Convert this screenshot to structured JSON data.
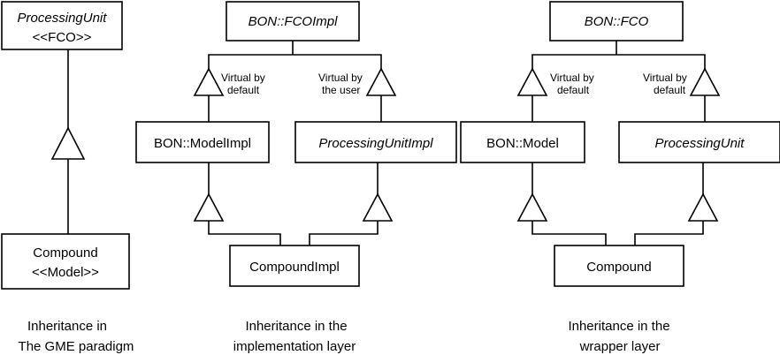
{
  "colors": {
    "line": "#000000",
    "fill": "#ffffff",
    "background": "#ffffff"
  },
  "panels": [
    {
      "caption": [
        "Inheritance in",
        "The GME paradigm"
      ],
      "boxes": {
        "processing_unit": {
          "lines": [
            "ProcessingUnit",
            "<<FCO>>"
          ]
        },
        "compound": {
          "lines": [
            "Compound",
            "<<Model>>"
          ]
        }
      }
    },
    {
      "caption": [
        "Inheritance in the",
        "implementation layer"
      ],
      "boxes": {
        "fco_impl": {
          "lines": [
            "BON::FCOImpl"
          ]
        },
        "model_impl": {
          "lines": [
            "BON::ModelImpl"
          ]
        },
        "processing_unit_impl": {
          "lines": [
            "ProcessingUnitImpl"
          ]
        },
        "compound_impl": {
          "lines": [
            "CompoundImpl"
          ]
        }
      },
      "notes": {
        "left": [
          "Virtual by",
          "default"
        ],
        "right": [
          "Virtual by",
          "the user"
        ]
      }
    },
    {
      "caption": [
        "Inheritance in the",
        "wrapper layer"
      ],
      "boxes": {
        "fco": {
          "lines": [
            "BON::FCO"
          ]
        },
        "model": {
          "lines": [
            "BON::Model"
          ]
        },
        "processing_unit": {
          "lines": [
            "ProcessingUnit"
          ]
        },
        "compound": {
          "lines": [
            "Compound"
          ]
        }
      },
      "notes": {
        "left": [
          "Virtual by",
          "default"
        ],
        "right": [
          "Virtual by",
          "default"
        ]
      }
    }
  ]
}
